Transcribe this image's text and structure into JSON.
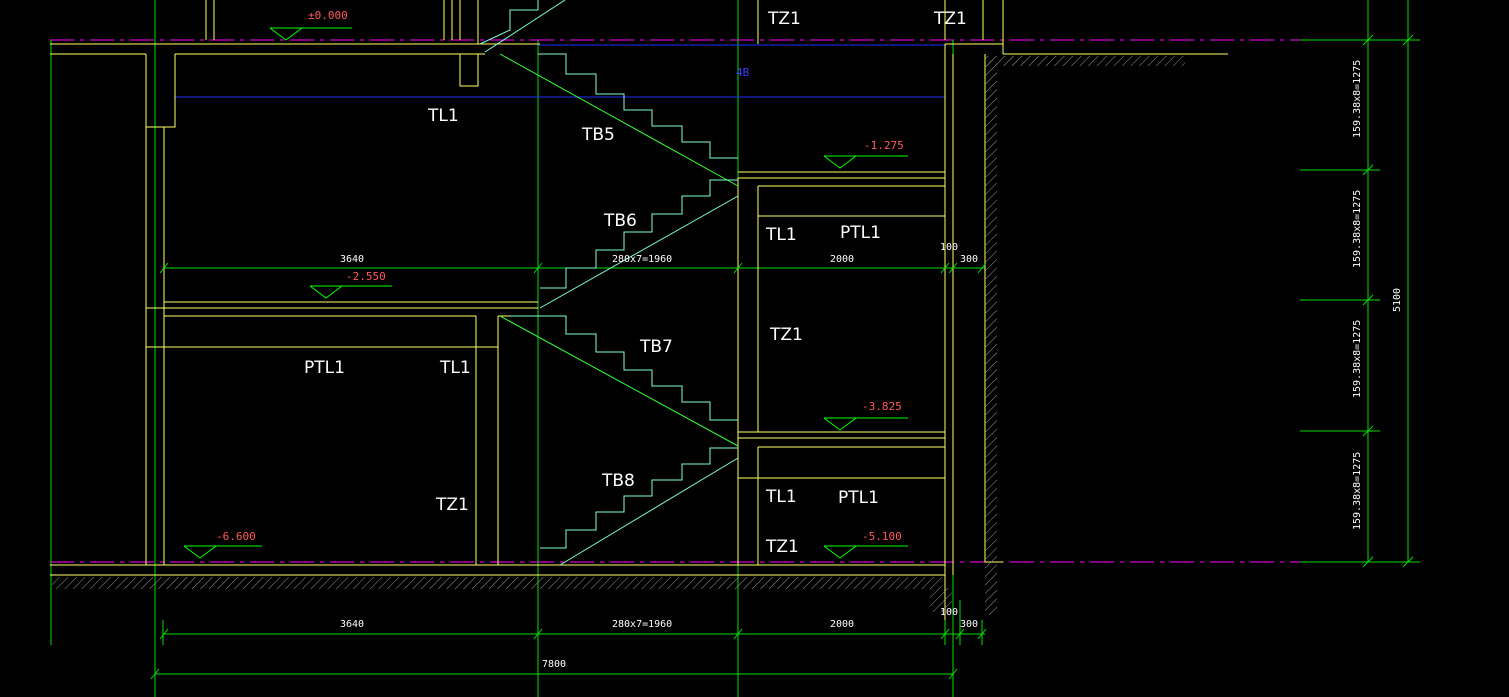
{
  "drawing": {
    "blue_tag": "4B",
    "elevations": [
      "±0.000",
      "-1.275",
      "-2.550",
      "-3.825",
      "-5.100",
      "-6.600"
    ],
    "members": {
      "TZ1": "TZ1",
      "TL1": "TL1",
      "PTL1": "PTL1",
      "TB5": "TB5",
      "TB6": "TB6",
      "TB7": "TB7",
      "TB8": "TB8"
    },
    "dimensions": {
      "d3640": "3640",
      "d1960": "280x7=1960",
      "d2000": "2000",
      "d100": "100",
      "d300": "300",
      "d7800": "7800",
      "d5100": "5100",
      "d1275": "159.38x8=1275"
    }
  },
  "colors": {
    "background": "#000000",
    "dimension_lines": "#00ff00",
    "walls": "#ffff66",
    "slab_line": "#0000ff",
    "elevation_text": "#ff5a5a",
    "stair_lines": "#7fffd4",
    "axis_lines": "#ff00ff"
  }
}
